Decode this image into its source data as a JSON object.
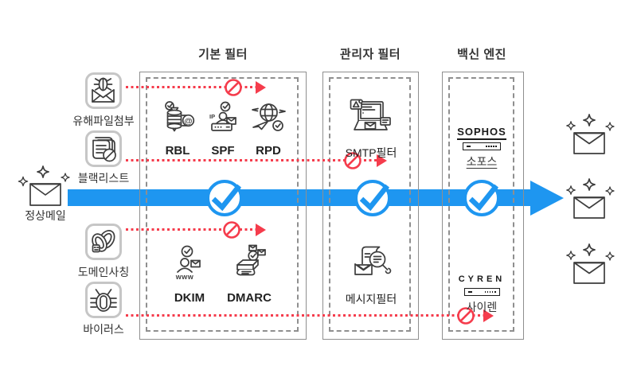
{
  "source_mail": {
    "label": "정상메일"
  },
  "threats": [
    {
      "id": "harmful-attachment",
      "label": "유해파일첨부"
    },
    {
      "id": "blacklist",
      "label": "블랙리스트"
    },
    {
      "id": "domain-spoofing",
      "label": "도메인사칭"
    },
    {
      "id": "virus",
      "label": "바이러스"
    }
  ],
  "stages": [
    {
      "title": "기본 필터",
      "filters": [
        "RBL",
        "SPF",
        "RPD",
        "DKIM",
        "DMARC"
      ]
    },
    {
      "title": "관리자 필터",
      "filters": [
        "SMTP필터",
        "메시지필터"
      ]
    },
    {
      "title": "백신 엔진",
      "engines": [
        {
          "logo": "SOPHOS",
          "label": "소포스"
        },
        {
          "logo": "CYREN",
          "label": "사이렌"
        }
      ]
    }
  ],
  "flow": {
    "checkpoint_count": 3,
    "blocked_threat_count": 4,
    "delivered_mail_count": 3
  },
  "colors": {
    "flow_blue": "#1e96f0",
    "block_red": "#f53c4c",
    "line_ink": "#3d3d3d",
    "frame_gray": "#c6c6c6",
    "box_gray": "#8f8f8f"
  }
}
